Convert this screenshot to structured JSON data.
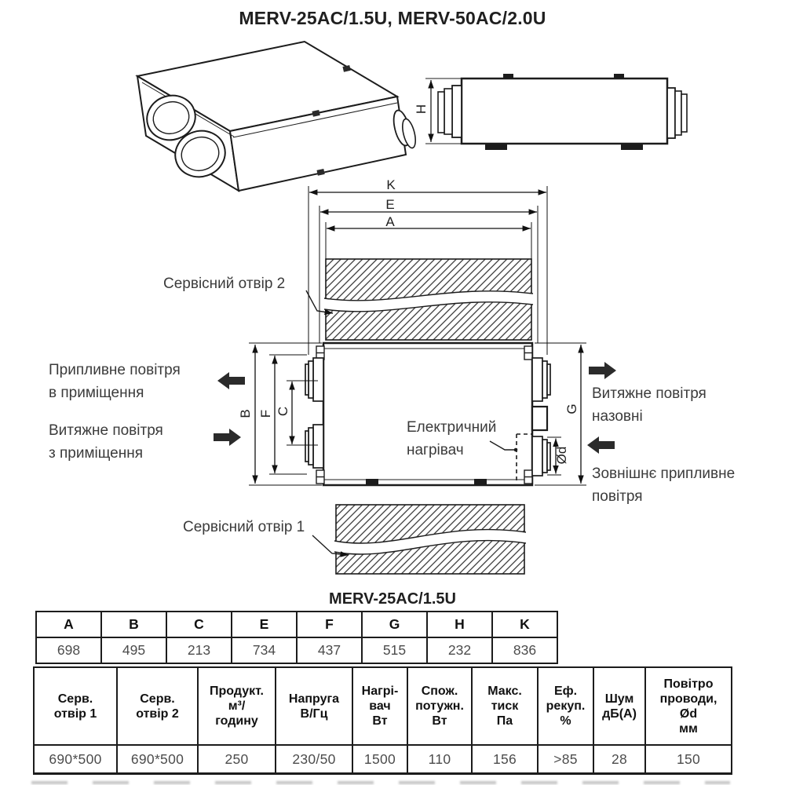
{
  "title": "MERV-25AC/1.5U, MERV-50AC/2.0U",
  "colors": {
    "line": "#1c1c1c",
    "label_text": "#3b3b3b"
  },
  "diagram": {
    "dims": {
      "K": "K",
      "E": "E",
      "A": "A",
      "B": "B",
      "F": "F",
      "C": "C",
      "G": "G",
      "H": "H",
      "Od": "Ød"
    },
    "labels": {
      "service_opening_2": "Сервісний отвір 2",
      "service_opening_1": "Сервісний отвір 1",
      "supply_to_room": "Припливне повітря\nв приміщення",
      "extract_from_room": "Витяжне повітря\nз приміщення",
      "exhaust_outside": "Витяжне повітря\nназовні",
      "outdoor_supply": "Зовнішнє припливне\nповітря",
      "electric_heater": "Електричний\nнагрівач"
    }
  },
  "dimensions_table": {
    "title": "MERV-25AC/1.5U",
    "headers": [
      "A",
      "B",
      "C",
      "E",
      "F",
      "G",
      "H",
      "K"
    ],
    "values": [
      "698",
      "495",
      "213",
      "734",
      "437",
      "515",
      "232",
      "836"
    ]
  },
  "specs_table": {
    "headers": [
      "Серв.\nотвір 1",
      "Серв.\nотвір 2",
      "Продукт.\nм³/\nгодину",
      "Напруга\nВ/Гц",
      "Нагрі-\nвач\nВт",
      "Спож.\nпотужн.\nВт",
      "Макс.\nтиск\nПа",
      "Еф.\nрекуп.\n%",
      "Шум\nдБ(А)",
      "Повітро\nпроводи,\nØd\nмм"
    ],
    "values": [
      "690*500",
      "690*500",
      "250",
      "230/50",
      "1500",
      "110",
      "156",
      ">85",
      "28",
      "150"
    ]
  }
}
